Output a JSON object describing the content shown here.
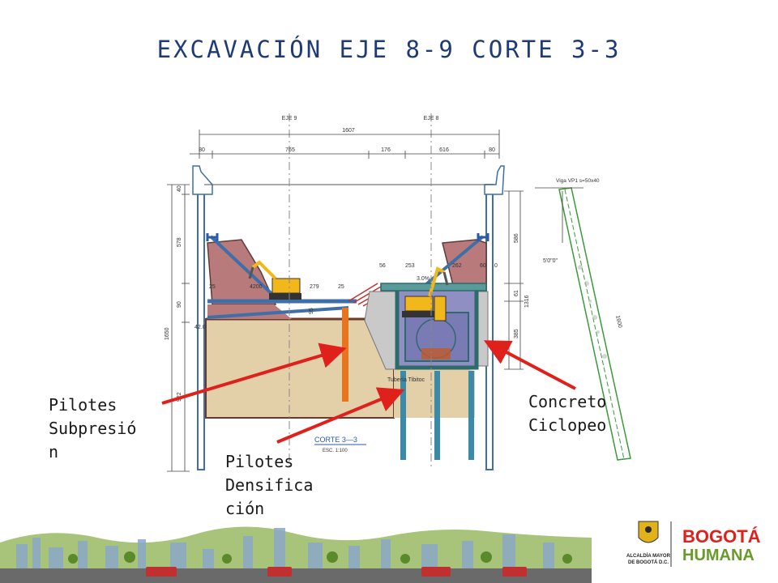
{
  "title": "EXCAVACIÓN EJE 8-9 CORTE 3-3",
  "callouts": {
    "pilotes_subpresion": "Pilotes\nSubpresió\nn",
    "pilotes_densificacion": "Pilotes\nDensifica\nción",
    "concreto_ciclopeo": "Concreto\nCiclopeo"
  },
  "drawing": {
    "axis_labels": [
      "EJE 9",
      "EJE 8"
    ],
    "top_dims": [
      "1607",
      "80",
      "765",
      "176",
      "616",
      "80"
    ],
    "left_dims": [
      "40",
      "578",
      "90",
      "1650",
      "922",
      "42.0"
    ],
    "right_dims": [
      "586",
      "61",
      "1316",
      "385"
    ],
    "inner_dims": [
      "56",
      "253",
      "262",
      "60",
      "0",
      "25",
      "4200",
      "279",
      "25",
      "95",
      "3.0%"
    ],
    "viga_label": "Viga VP1  s=50x40",
    "slope_label": "5'0\"0\"",
    "slope_dim": "1600",
    "pipe_label": "Tubería Tibitoc",
    "section_title": "CORTE 3—3",
    "section_scale": "ESC.  1:100"
  },
  "footer": {
    "alcaldia_line1": "ALCALDÍA MAYOR",
    "alcaldia_line2": "DE BOGOTÁ D.C.",
    "brand_line1": "BOGOTÁ",
    "brand_line2": "HUMANA"
  },
  "colors": {
    "title": "#1f3a78",
    "arrow": "#e0201b",
    "soil_upper": "#b87a7a",
    "soil_lower": "#e3cfa8",
    "structure": "#3f6fa8",
    "pile_orange": "#e8741f",
    "pile_teal": "#3a8aa8",
    "brand_green": "#6a9a2a"
  }
}
